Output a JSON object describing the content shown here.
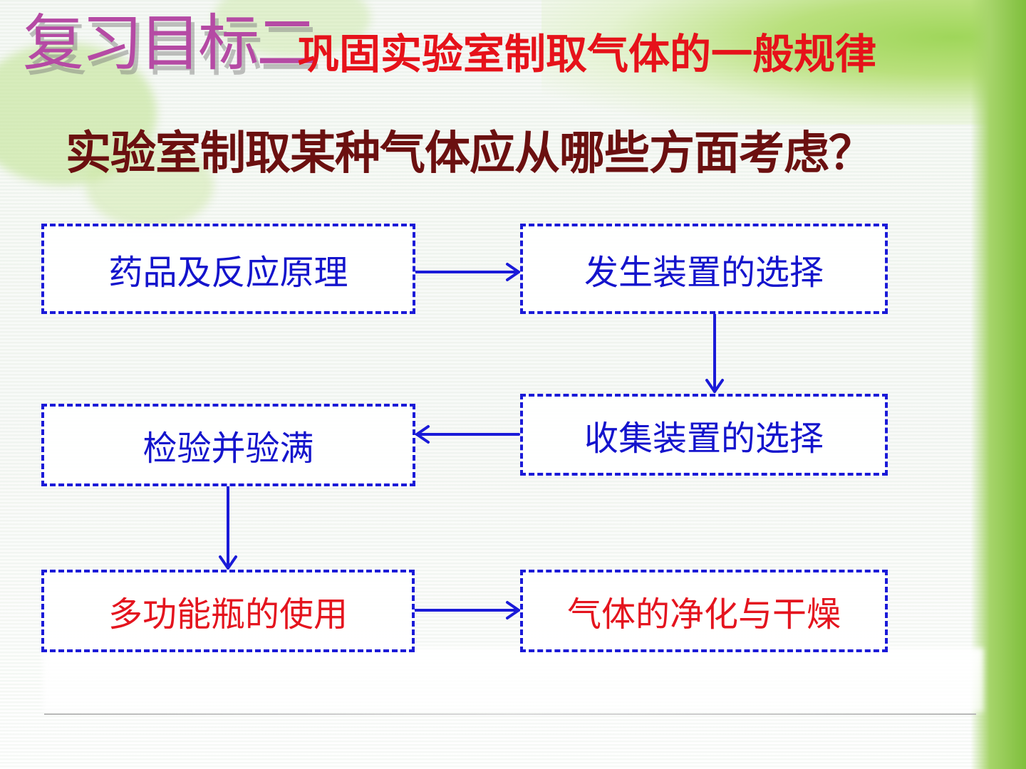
{
  "header": {
    "goal_title": "复习目标二",
    "subtitle": "巩固实验室制取气体的一般规律"
  },
  "question": "实验室制取某种气体应从哪些方面考虑？",
  "flow": {
    "nodes": {
      "reagents": "药品及反应原理",
      "generator": "发生装置的选择",
      "collector": "收集装置的选择",
      "inspect": "检验并验满",
      "multibottle": "多功能瓶的使用",
      "purify": "气体的净化与干燥"
    },
    "colors": {
      "box_border": "#1a1ad8",
      "arrow": "#1a1ad8",
      "blue_text": "#1414cc",
      "red_text": "#e4141e"
    }
  }
}
